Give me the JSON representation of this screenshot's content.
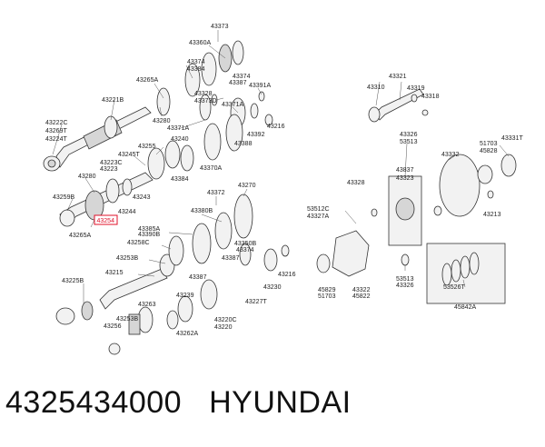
{
  "caption": {
    "part_number": "4325434000",
    "brand": "HYUNDAI"
  },
  "highlight_label": "43254",
  "callouts": [
    "43373",
    "43360A",
    "43374",
    "43384",
    "43387",
    "43374",
    "43265A",
    "43221B",
    "43328",
    "43373D",
    "43391A",
    "43371A",
    "43222C",
    "43280",
    "43392",
    "43269T",
    "43224T",
    "43216",
    "43371A",
    "43240",
    "43388",
    "43255",
    "43245T",
    "43223C",
    "43223",
    "43384",
    "43370A",
    "43280",
    "43259B",
    "43243",
    "43265A",
    "43244",
    "43372",
    "43270",
    "43380B",
    "43385A",
    "43390B",
    "43258C",
    "43350B",
    "43374",
    "43253B",
    "43387",
    "43387",
    "43216",
    "43215",
    "43230",
    "43225B",
    "43239",
    "43227T",
    "43263",
    "43253B",
    "43220C",
    "43220",
    "43256",
    "43262A",
    "43321",
    "43310",
    "43319",
    "43318",
    "43326",
    "53513",
    "43837",
    "43323",
    "43332",
    "51703",
    "45828",
    "43331T",
    "43328",
    "53512C",
    "43327A",
    "43213",
    "45829",
    "51703",
    "43322",
    "45822",
    "53513",
    "43326",
    "53526T",
    "45842A"
  ]
}
